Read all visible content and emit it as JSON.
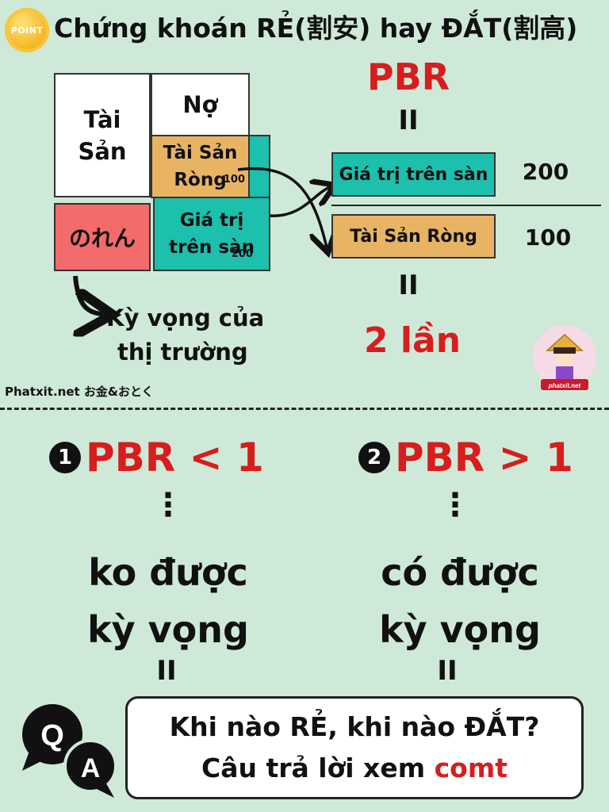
{
  "header": {
    "badge": "POINT",
    "title": "Chứng khoán RẺ(割安) hay ĐẮT(割高)"
  },
  "balance_sheet": {
    "assets": [
      "Tài",
      "Sản"
    ],
    "debt": "Nợ",
    "net_assets": [
      "Tài Sản",
      "Ròng"
    ],
    "net_assets_value": "100",
    "noren": "のれん",
    "market_value": [
      "Giá trị",
      "trên sàn"
    ],
    "market_value_value": "200",
    "expectation": [
      "Kỳ vọng của",
      "thị trường"
    ]
  },
  "formula": {
    "title": "PBR",
    "eq_top": "II",
    "numerator": "Giá trị trên sàn",
    "numerator_value": "200",
    "denominator": "Tài Sản Ròng",
    "denominator_value": "100",
    "eq_bottom": "II",
    "result": "2 lần"
  },
  "mascot": {
    "label": "phatxit.net"
  },
  "watermark": "Phatxit.net お金&おとく",
  "cases": [
    {
      "num": "1",
      "label": "PBR < 1",
      "dots": "⋮",
      "line1": "ko được",
      "line2": "kỳ vọng",
      "eq": "II"
    },
    {
      "num": "2",
      "label": "PBR > 1",
      "dots": "⋮",
      "line1": "có được",
      "line2": "kỳ vọng",
      "eq": "II"
    }
  ],
  "qa": {
    "q": "Q",
    "a": "A",
    "line1": "Khi nào RẺ, khi nào ĐẮT?",
    "line2_prefix": "Câu trả lời xem ",
    "line2_highlight": "comt"
  },
  "colors": {
    "background": "#cfe9d8",
    "red": "#d71d1d",
    "teal": "#1dbfad",
    "orange": "#e8b464",
    "pink": "#f46b6b"
  }
}
